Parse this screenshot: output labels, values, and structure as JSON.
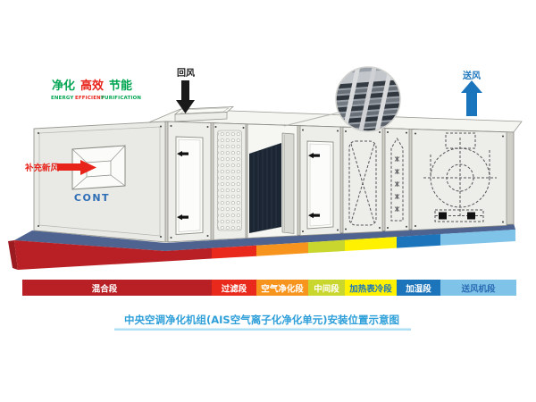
{
  "header": {
    "slogans": [
      {
        "text": "净化",
        "en": "ENERGY",
        "color": "#00A551"
      },
      {
        "text": "高效",
        "en": "EFFICIENT",
        "color": "#E8231A"
      },
      {
        "text": "节能",
        "en": "PURIFICATION",
        "color": "#00A551"
      }
    ]
  },
  "airflow": {
    "return_air_label": "回风",
    "supply_air_label": "送风",
    "fresh_air_label": "补充新风"
  },
  "unit": {
    "brand_label": "CONT"
  },
  "sections": [
    {
      "label": "混合段",
      "color": "#B92025",
      "text_color": "#FFFFFF"
    },
    {
      "label": "过滤段",
      "color": "#E9291C",
      "text_color": "#FFFFFF"
    },
    {
      "label": "空气净化段",
      "color": "#F7941E",
      "text_color": "#FFFFFF"
    },
    {
      "label": "中间段",
      "color": "#C9D62E",
      "text_color": "#FFFFFF"
    },
    {
      "label": "加热表冷段",
      "color": "#FFF100",
      "text_color": "#1B75BC"
    },
    {
      "label": "加湿段",
      "color": "#1C75BB",
      "text_color": "#FFFFFF"
    },
    {
      "label": "送风机段",
      "color": "#7FC3E8",
      "text_color": "#2A6DB5"
    }
  ],
  "caption": {
    "text": "中央空调净化机组(AIS空气离子化净化单元)安装位置示意图",
    "color": "#2E9FD9"
  },
  "palette": {
    "arrow_red": "#E8231A",
    "arrow_black": "#1A1A1A",
    "arrow_blue": "#1B75BC",
    "base_top": "#4E6390",
    "brand_blue": "#2F6EB5",
    "underline_blue": "#AEDFF5"
  }
}
